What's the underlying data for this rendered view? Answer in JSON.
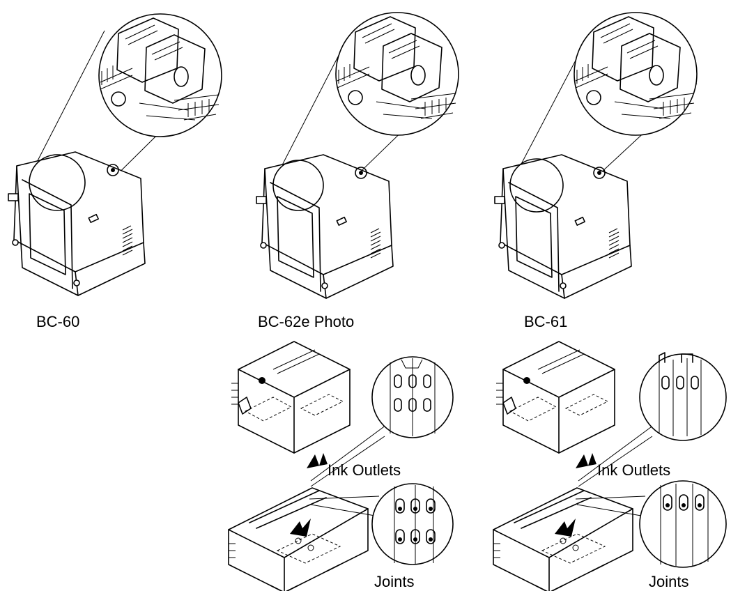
{
  "labels": {
    "bc60": "BC-60",
    "bc62": "BC-62e Photo",
    "bc61": "BC-61",
    "ink_outlets_1": "Ink Outlets",
    "ink_outlets_2": "Ink Outlets",
    "joints_1": "Joints",
    "joints_2": "Joints"
  }
}
